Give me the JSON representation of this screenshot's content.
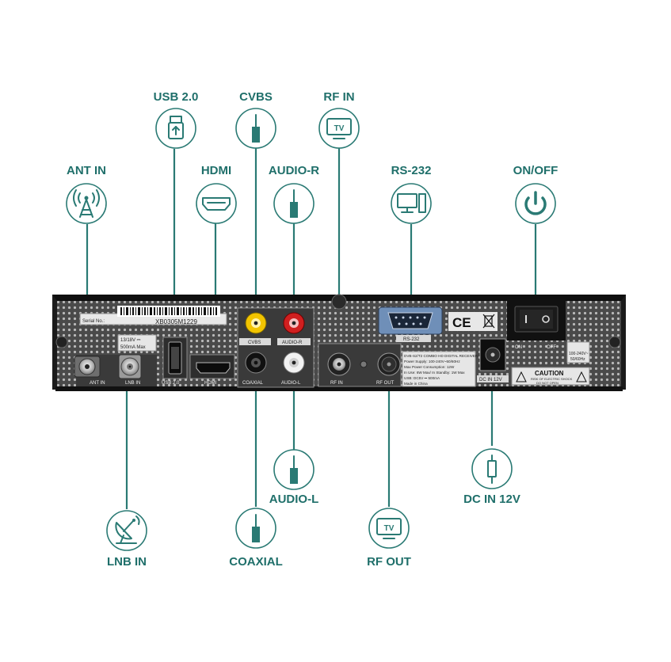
{
  "callouts": {
    "usb": "USB 2.0",
    "cvbs": "CVBS",
    "rf_in": "RF IN",
    "ant_in": "ANT IN",
    "hdmi": "HDMI",
    "audio_r": "AUDIO-R",
    "rs232": "RS-232",
    "on_off": "ON/OFF",
    "audio_l": "AUDIO-L",
    "dc_in": "DC IN 12V",
    "lnb_in": "LNB IN",
    "coaxial": "COAXIAL",
    "rf_out": "RF OUT"
  },
  "panel": {
    "serial_label": "Serial No.:",
    "serial_value": "XB0305M1229",
    "lnb_spec_1": "13/18V ⎓",
    "lnb_spec_2": "500mA Max",
    "ant_in": "ANT IN",
    "lnb_in": "LNB IN",
    "usb": "USB 2.0",
    "hdmi": "HDMI",
    "cvbs": "CVBS",
    "audio_r": "AUDIO-R",
    "coaxial": "COAXIAL",
    "audio_l": "AUDIO-L",
    "rf_in": "RF IN",
    "rf_out": "RF OUT",
    "rs232": "RS-232",
    "ce": "CE",
    "info_1": "DVB-S2/T2 COMBO HD DIGITAL RECEIVER",
    "info_2": "Power Supply: 100-240V~50/60Hz",
    "info_3": "Max Power Consumption: 12W",
    "info_4": "In Use: 6W Max/ In Standby: 1W Max",
    "info_5": "USB: DC5V ⎓ 500mA",
    "info_6": "Made in China",
    "on": "ON",
    "off": "OFF",
    "dc_label": "DC IN 12V",
    "voltage_1": "100-240V~",
    "voltage_2": "50/60Hz",
    "caution": "CAUTION",
    "caution_1": "RISK OF ELECTRIC SHOCK",
    "caution_2": "DO NOT OPEN"
  },
  "icons": [
    "usb-icon",
    "cvbs-plug-icon",
    "tv-icon",
    "antenna-icon",
    "hdmi-icon",
    "audio-plug-icon",
    "computer-icon",
    "power-icon",
    "dc-plug-icon",
    "satellite-dish-icon"
  ],
  "colors": {
    "accent": "#2a7a74",
    "panel": "#3a3a3a",
    "rca_yellow": "#f2c400",
    "rca_red": "#d01f1f"
  }
}
